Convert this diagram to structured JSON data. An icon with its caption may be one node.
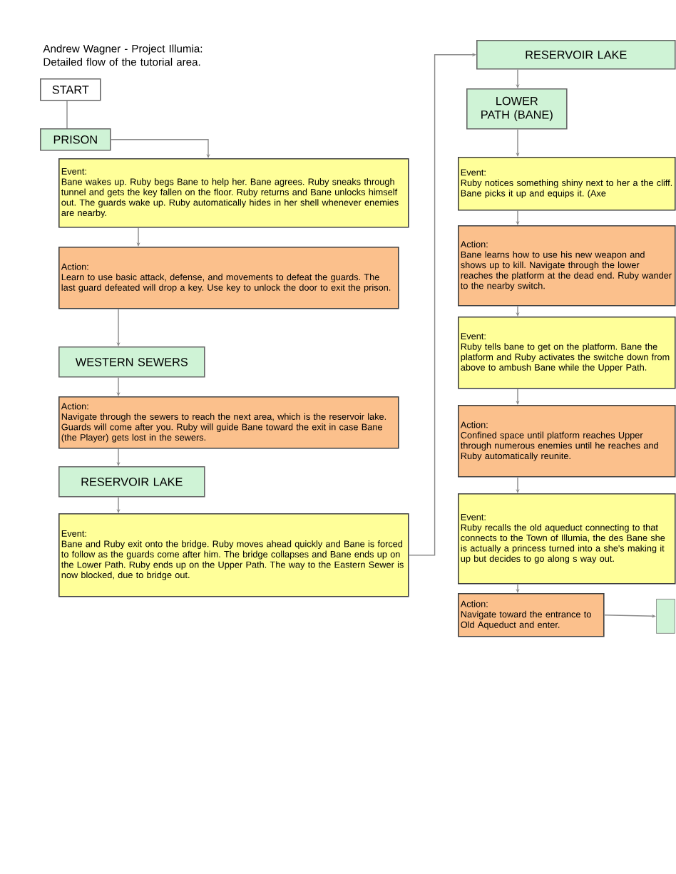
{
  "diagram": {
    "title": "Andrew Wagner - Project Illumia: Detailed flow of the tutorial area.",
    "nodes": [
      {
        "text": [
          "START"
        ]
      },
      {
        "text": [
          "PRISON"
        ]
      },
      {
        "text": [
          "Event:",
          "Bane wakes up. Ruby begs Bane to help her. Bane agrees. Ruby sneaks through tunnel and gets the key fallen on the floor. Ruby returns and Bane unlocks himself out. The guards wake up. Ruby automatically hides in her shell whenever enemies are nearby."
        ]
      },
      {
        "text": [
          "Action:",
          "Learn to use basic attack, defense, and movements to defeat the guards. The last guard defeated will drop a key. Use key to unlock the door to exit the prison."
        ]
      },
      {
        "text": [
          "WESTERN SEWERS"
        ]
      },
      {
        "text": [
          "Action:",
          "Navigate through the sewers to reach the next area, which is the reservoir lake. Guards will come after you. Ruby will guide Bane toward the exit in case Bane (the Player) gets lost in the sewers."
        ]
      },
      {
        "text": [
          "RESERVOIR LAKE"
        ]
      },
      {
        "text": [
          "Event:",
          "Bane and Ruby exit onto the bridge. Ruby moves ahead quickly and Bane is forced to follow as the guards come after him. The bridge collapses and Bane ends up on the Lower Path. Ruby ends up on the Upper Path. The way to the Eastern Sewer is now blocked, due to bridge out."
        ]
      },
      {
        "text": [
          "RESERVOIR LAKE"
        ]
      },
      {
        "text": [
          "LOWER PATH (BANE)"
        ]
      },
      {
        "text": [
          "Event:",
          "Ruby notices something shiny next to her a the cliff. Bane picks it up and equips it. (Axe"
        ]
      },
      {
        "text": [
          "Action:",
          "Bane learns how to use his new weapon and shows up to kill. Navigate through the lower reaches the platform at the dead end. Ruby wander to the nearby switch."
        ]
      },
      {
        "text": [
          "Event:",
          "Ruby tells bane to get on the platform. Bane the platform and Ruby activates the switche down from above to ambush Bane while the Upper Path."
        ]
      },
      {
        "text": [
          "Action:",
          "Confined space until platform reaches Upper through numerous enemies until he reaches and Ruby automatically reunite."
        ]
      },
      {
        "text": [
          "Event:",
          "Ruby recalls the old aqueduct connecting to that connects to the Town of Illumia, the des Bane she is actually a princess turned into a she's making it up but decides to go along s way out."
        ]
      },
      {
        "text": [
          "Action:",
          "Navigate toward the entrance to Old Aqueduct and enter."
        ]
      },
      {
        "text": [],
        "shape": "box"
      }
    ],
    "edges": [
      {
        "from": 0,
        "to": 1,
        "arrow": "none"
      },
      {
        "from": 1,
        "to": 2,
        "arrow": "to"
      },
      {
        "from": 2,
        "to": 3,
        "arrow": "to"
      },
      {
        "from": 3,
        "to": 4,
        "arrow": "to"
      },
      {
        "from": 4,
        "to": 5,
        "arrow": "to"
      },
      {
        "from": 5,
        "to": 6,
        "arrow": "to"
      },
      {
        "from": 6,
        "to": 7,
        "arrow": "to"
      },
      {
        "from": 7,
        "to": 8,
        "arrow": "to"
      },
      {
        "from": 8,
        "to": 9,
        "arrow": "to"
      },
      {
        "from": 9,
        "to": 10,
        "arrow": "to"
      },
      {
        "from": 10,
        "to": 11,
        "arrow": "to"
      },
      {
        "from": 11,
        "to": 12,
        "arrow": "to"
      },
      {
        "from": 12,
        "to": 13,
        "arrow": "to"
      },
      {
        "from": 13,
        "to": 14,
        "arrow": "to"
      },
      {
        "from": 14,
        "to": 15,
        "arrow": "to"
      },
      {
        "from": 15,
        "to": 16,
        "arrow": "to"
      }
    ]
  }
}
